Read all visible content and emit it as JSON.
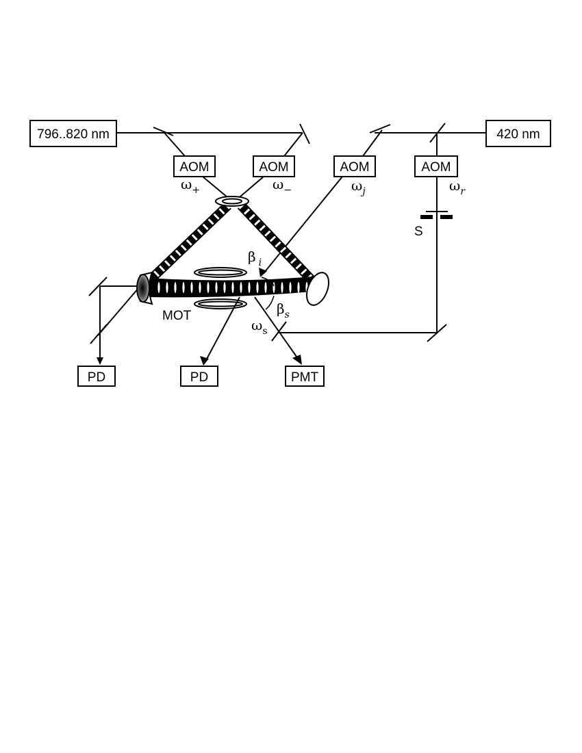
{
  "boxes": {
    "laser_left": "796..820 nm",
    "laser_right": "420 nm",
    "aom_plus": "AOM",
    "aom_minus": "AOM",
    "aom_j": "AOM",
    "aom_r": "AOM",
    "pd_left": "PD",
    "pd_center": "PD",
    "pmt": "PMT"
  },
  "labels": {
    "omega": "ω",
    "beta": "β",
    "sub_plus": "+",
    "sub_minus": "−",
    "sub_j": "j",
    "sub_r": "r",
    "sub_i": "i",
    "sub_s": "s",
    "shutter": "S",
    "mot": "MOT"
  }
}
